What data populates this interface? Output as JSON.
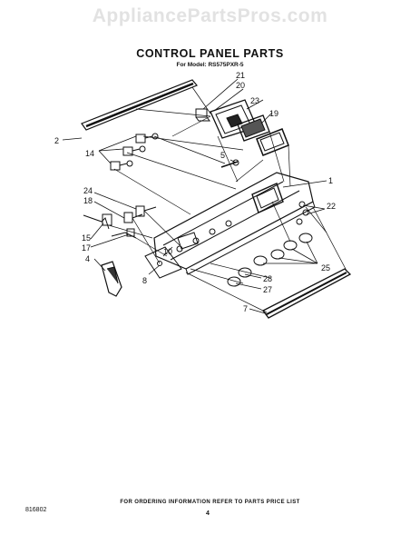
{
  "watermark": "AppliancePartsPros.com",
  "title": "CONTROL PANEL PARTS",
  "model_line": "For Model: RS575PXR-5",
  "footer_note": "FOR ORDERING INFORMATION REFER TO PARTS PRICE LIST",
  "doc_code": "816802",
  "page_number": "4",
  "callouts": {
    "c1": "1",
    "c2": "2",
    "c4": "4",
    "c5": "5",
    "c7": "7",
    "c8": "8",
    "c10": "10",
    "c14": "14",
    "c15": "15",
    "c17": "17",
    "c18": "18",
    "c19": "19",
    "c20": "20",
    "c21": "21",
    "c22": "22",
    "c23": "23",
    "c24": "24",
    "c25": "25",
    "c27": "27",
    "c28": "28"
  },
  "colors": {
    "ink": "#111111",
    "watermark": "#e2e2e2"
  }
}
